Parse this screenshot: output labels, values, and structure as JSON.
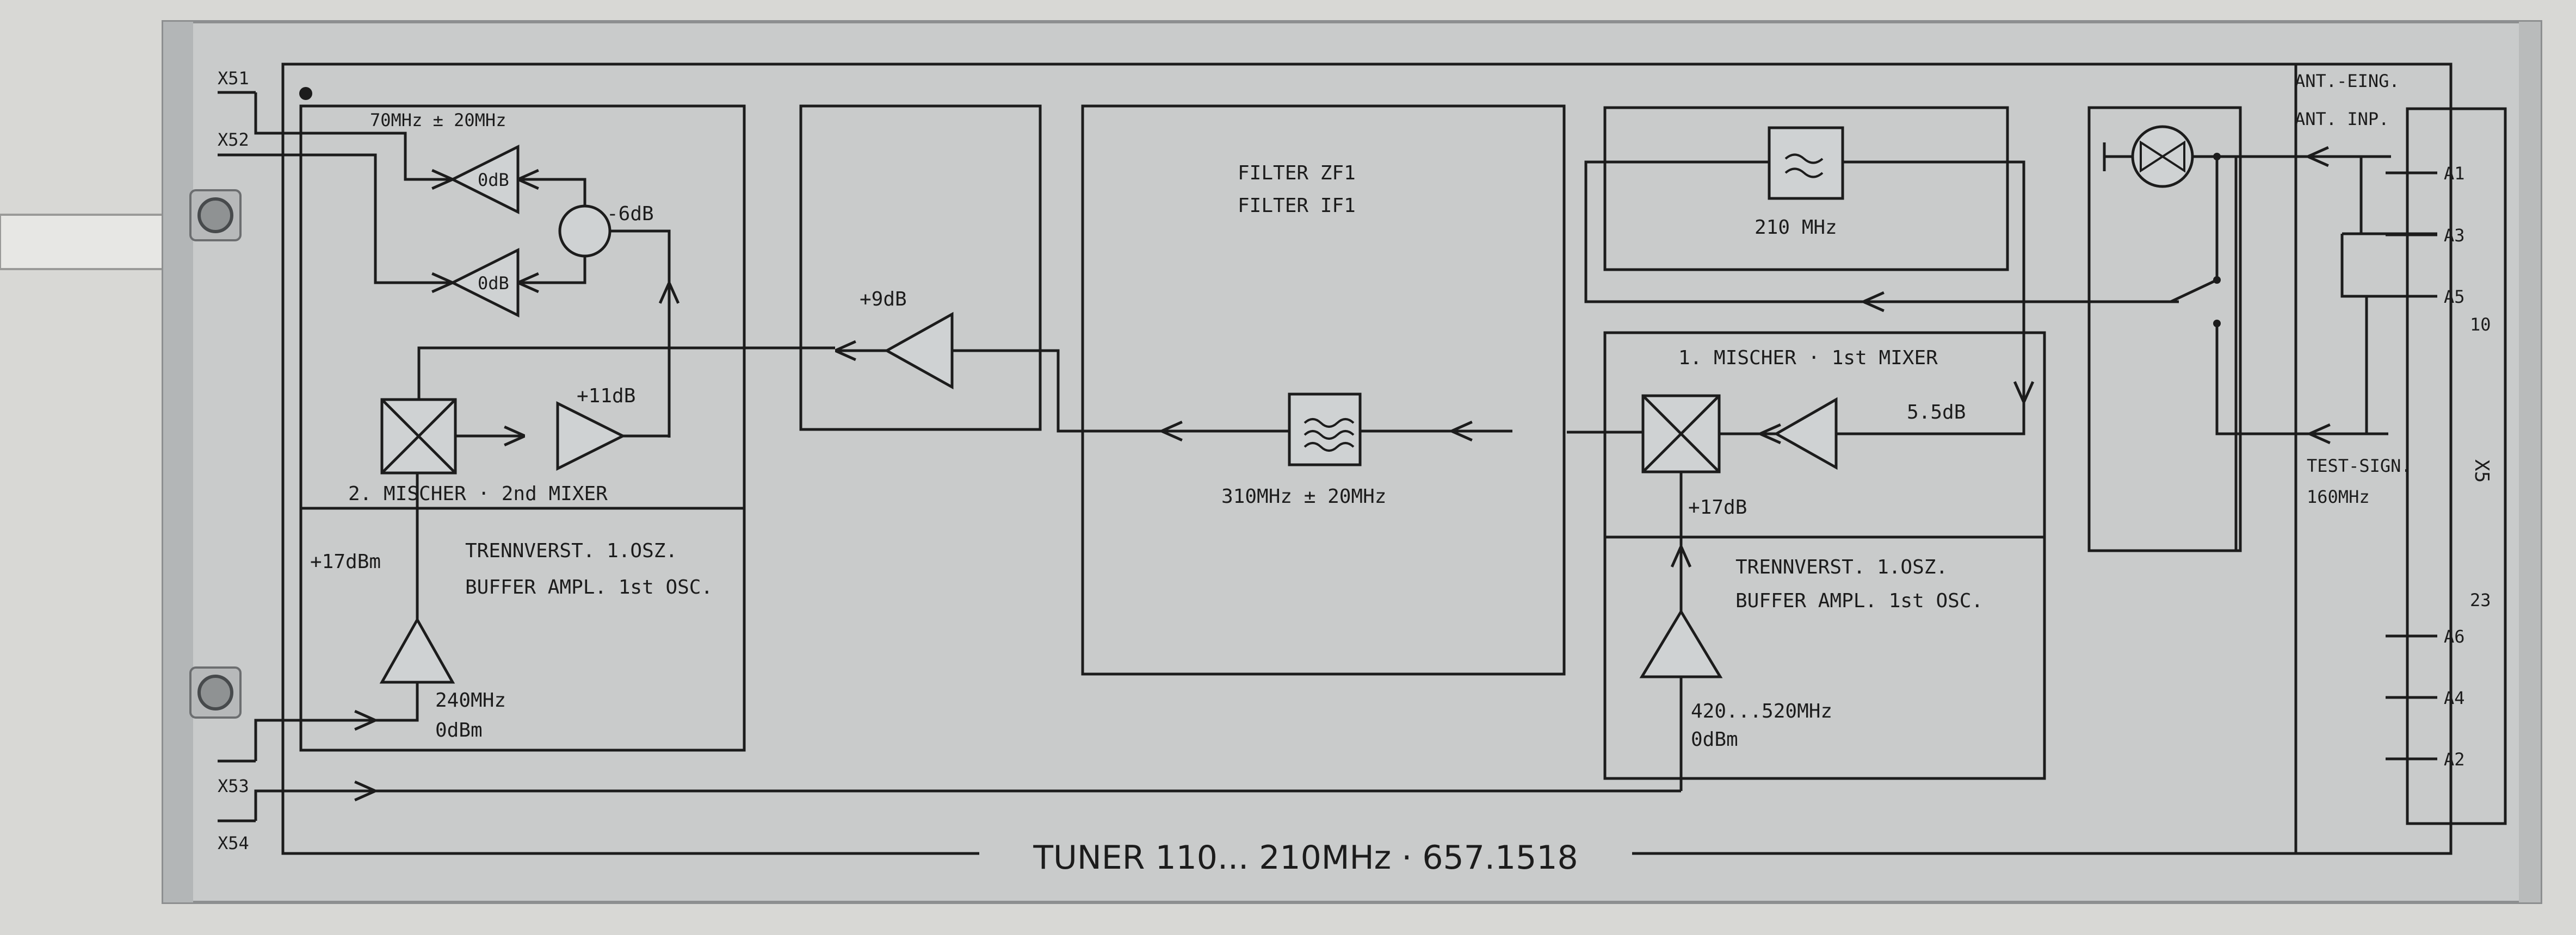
{
  "connectors_left": {
    "x51": "X51",
    "x52": "X52",
    "x53": "X53",
    "x54": "X54"
  },
  "second_stage": {
    "freq_range": "70MHz ± 20MHz",
    "amp_top_gain": "0dB",
    "amp_bottom_gain": "0dB",
    "splitter_loss": "-6dB",
    "amp_gain": "+11dB",
    "mixer_label": "2. MISCHER · 2nd MIXER",
    "buffer_gain": "+17dBm",
    "buffer_label_de": "TRENNVERST. 1.OSZ.",
    "buffer_label_en": "BUFFER AMPL. 1st OSC.",
    "osc_freq": "240MHz",
    "osc_level": "0dBm"
  },
  "if_amp": {
    "gain": "+9dB"
  },
  "filter_zf1": {
    "label_de": "FILTER ZF1",
    "label_en": "FILTER IF1",
    "center": "310MHz ± 20MHz"
  },
  "first_stage": {
    "filter_freq": "210 MHz",
    "mixer_label": "1. MISCHER · 1st MIXER",
    "preamp_gain": "5.5dB",
    "buffer_gain": "+17dB",
    "buffer_label_de": "TRENNVERST. 1.OSZ.",
    "buffer_label_en": "BUFFER AMPL. 1st OSC.",
    "osc_freq": "420...520MHz",
    "osc_level": "0dBm"
  },
  "antenna": {
    "label_de": "ANT.-EING.",
    "label_en": "ANT. INP.",
    "test_signal": "TEST-SIGN.",
    "test_freq": "160MHz"
  },
  "connector_x5": {
    "name": "X5",
    "pins_top": [
      "A1",
      "A3",
      "A5"
    ],
    "pin_num_top": "10",
    "pin_num_bottom": "23",
    "pins_bottom": [
      "A6",
      "A4",
      "A2"
    ]
  },
  "footer": {
    "title": "TUNER  110...  210MHz  ·  657.1518"
  }
}
